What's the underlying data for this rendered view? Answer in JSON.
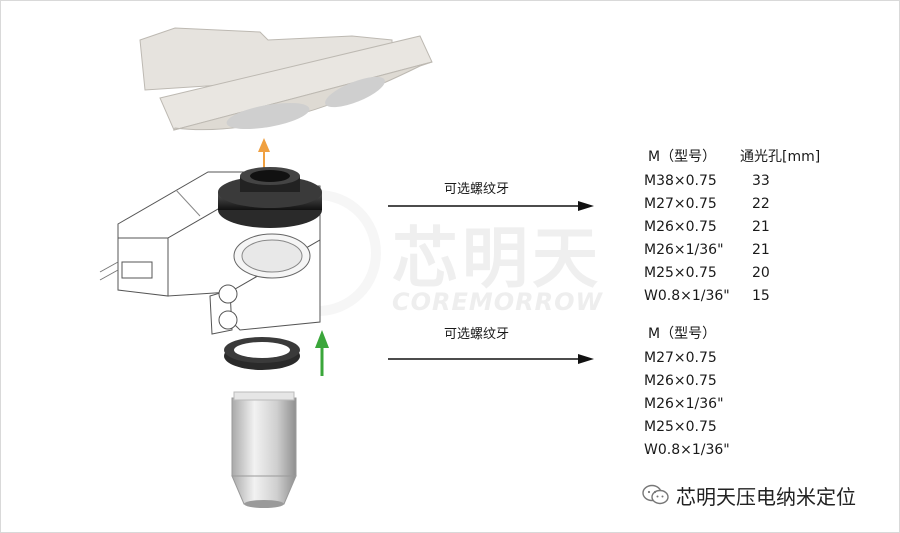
{
  "watermark": {
    "chinese": "芯明天",
    "english": "COREMORROW"
  },
  "labels": {
    "top_arrow": "可选螺纹牙",
    "bottom_arrow": "可选螺纹牙"
  },
  "table_top": {
    "header_model": "M（型号）",
    "header_aperture": "通光孔[mm]",
    "rows": [
      {
        "model": "M38×0.75",
        "aperture": "33"
      },
      {
        "model": "M27×0.75",
        "aperture": "22"
      },
      {
        "model": "M26×0.75",
        "aperture": "21"
      },
      {
        "model": "M26×1/36\"",
        "aperture": "21"
      },
      {
        "model": "M25×0.75",
        "aperture": "20"
      },
      {
        "model": "W0.8×1/36\"",
        "aperture": "15"
      }
    ]
  },
  "table_bottom": {
    "header_model": "M（型号）",
    "rows": [
      {
        "model": "M27×0.75"
      },
      {
        "model": "M26×0.75"
      },
      {
        "model": "M26×1/36\""
      },
      {
        "model": "M25×0.75"
      },
      {
        "model": "W0.8×1/36\""
      }
    ]
  },
  "brand": {
    "name": "芯明天压电纳米定位",
    "icon": "wechat-icon"
  },
  "colors": {
    "up_arrow_top": "#f0a040",
    "up_arrow_bottom": "#3aa63a",
    "plate": "#e6e3de",
    "lens": "#d0d0d0"
  }
}
